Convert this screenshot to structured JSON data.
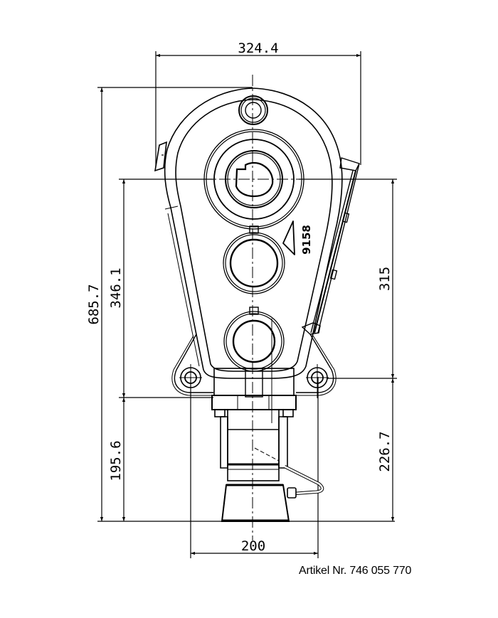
{
  "drawing": {
    "type": "technical-drawing",
    "subject": "gearbox front view",
    "dimensions": {
      "overall_width": "324.4",
      "overall_height": "685.7",
      "upper_left": "346.1",
      "lower_left": "195.6",
      "upper_right": "315",
      "lower_right": "226.7",
      "base_width": "200"
    },
    "part_marking": "9158",
    "article_label": "Artikel Nr. 746 055 770"
  },
  "colors": {
    "line": "#000000",
    "background": "#ffffff"
  }
}
